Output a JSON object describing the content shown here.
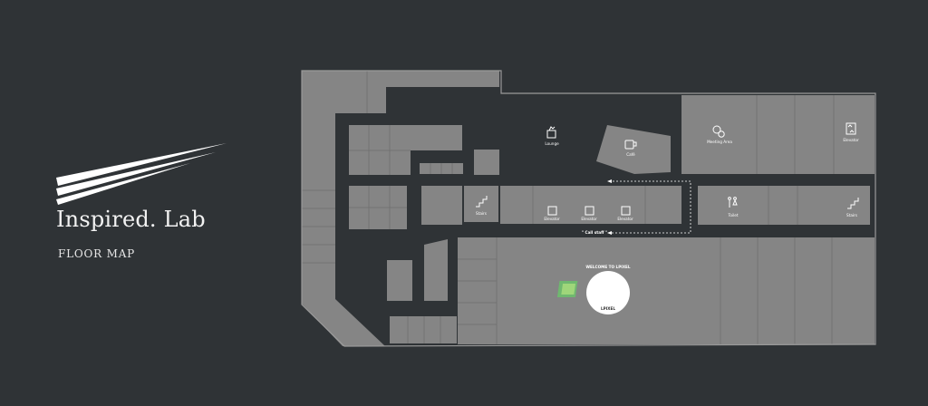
{
  "brand": {
    "title": "Inspired. Lab",
    "subtitle": "FLOOR MAP"
  },
  "colors": {
    "background": "#2f3336",
    "room": "#858585",
    "outline": "#9a9a9a",
    "label": "#ffffff"
  },
  "map": {
    "labels": {
      "lounge": "Lounge",
      "cafe": "Café",
      "meeting_area": "Meeting Area",
      "elevator_east": "Elevator",
      "stairs_west": "Stairs",
      "elevator_1": "Elevator",
      "elevator_2": "Elevator",
      "elevator_3": "Elevator",
      "toilet": "Toilet",
      "stairs_east": "Stairs",
      "call_staff": "\" Call staff \"",
      "welcome": "WELCOME TO LPIXEL",
      "logo": "LPIXEL"
    },
    "icons": [
      "lounge-icon",
      "cafe-icon",
      "meeting-icon",
      "elevator-icon",
      "stairs-icon",
      "toilet-icon"
    ]
  }
}
